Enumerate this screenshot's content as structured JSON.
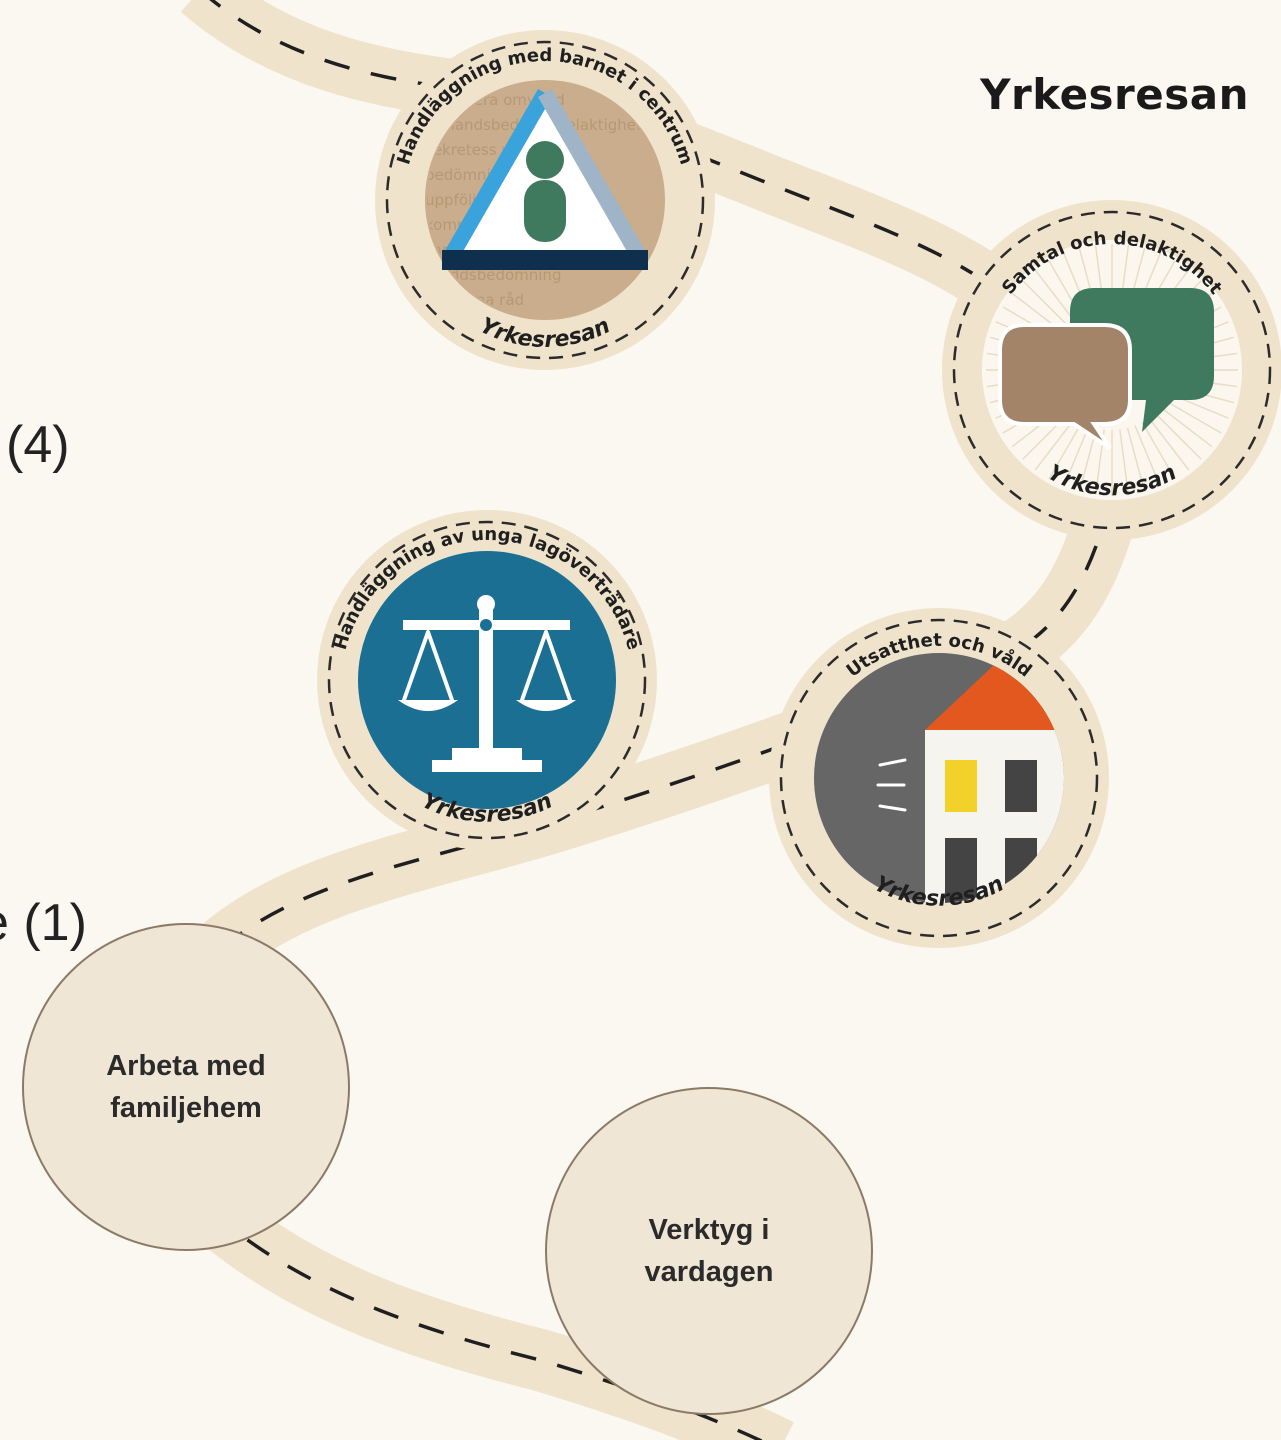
{
  "title": "Yrkesresan",
  "side_texts": [
    "(4)",
    "e (1)"
  ],
  "badges": [
    {
      "id": "barnet",
      "top_label": "Handläggning med barnet i centrum",
      "bottom_label": "Yrkesresan"
    },
    {
      "id": "samtal",
      "top_label": "Samtal och delaktighet",
      "bottom_label": "Yrkesresan"
    },
    {
      "id": "unga",
      "top_label": "Handläggning av unga lagöverträdare",
      "bottom_label": "Yrkesresan"
    },
    {
      "id": "vald",
      "top_label": "Utsatthet och våld",
      "bottom_label": "Yrkesresan"
    }
  ],
  "badge_bg_words": [
    "analysera omvärld",
    "förhandsbedöma delaktighet",
    "sekretess utredning",
    "bedömning BBIC",
    "uppföljning uppdrag",
    "kommunikation hem",
    "samverkan",
    "skyddsbedömning",
    "allmänna råd"
  ],
  "stops": [
    {
      "id": "familjehem",
      "label": "Arbeta med\nfamiljehem"
    },
    {
      "id": "verktyg",
      "label": "Verktyg i\nvardagen"
    }
  ],
  "colors": {
    "background": "#faf8f0",
    "road": "#efe3cc",
    "badge_ring": "#efe3cc",
    "green": "#3f7a5e",
    "brown": "#a38469",
    "blue": "#1b6f93",
    "orange": "#e2581e",
    "yellow": "#f2d12b"
  }
}
